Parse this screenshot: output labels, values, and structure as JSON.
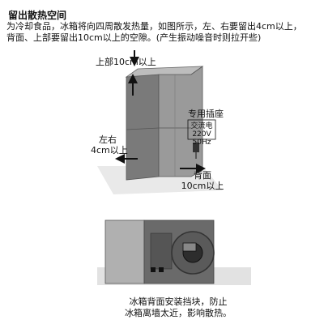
{
  "heading": "留出散热空间",
  "intro_lines": [
    "为冷却食品，冰箱将向四周散发热量，如图所示，左、右要留出4cm以上，",
    "背面、上部要留出10cm以上的空隙。(产生振动噪音时则拉开些)"
  ],
  "labels": {
    "top_gap": "上部10cm以上",
    "dedicated_outlet": "专用插座",
    "voltage": "交流电220V",
    "frequency": "50Hz",
    "side_gap_line1": "左右",
    "side_gap_line2": "4cm以上",
    "back_gap_line1": "背面",
    "back_gap_line2": "10cm以上"
  },
  "caption_lines": [
    "冰箱背面安装挡块，防止",
    "冰箱离墙太近，影响散热。"
  ],
  "colors": {
    "text": "#111111",
    "arrow": "#111111",
    "fridge_front": "#9a9a9a",
    "fridge_side": "#7a7a7a",
    "fridge_top": "#bdbdbd",
    "floor": "#e9e9e9",
    "back_panel": "#6a6a6a"
  },
  "icons": [
    "arrow-down-icon",
    "arrow-up-icon",
    "arrow-left-icon",
    "arrow-right-icon",
    "power-plug-icon"
  ]
}
